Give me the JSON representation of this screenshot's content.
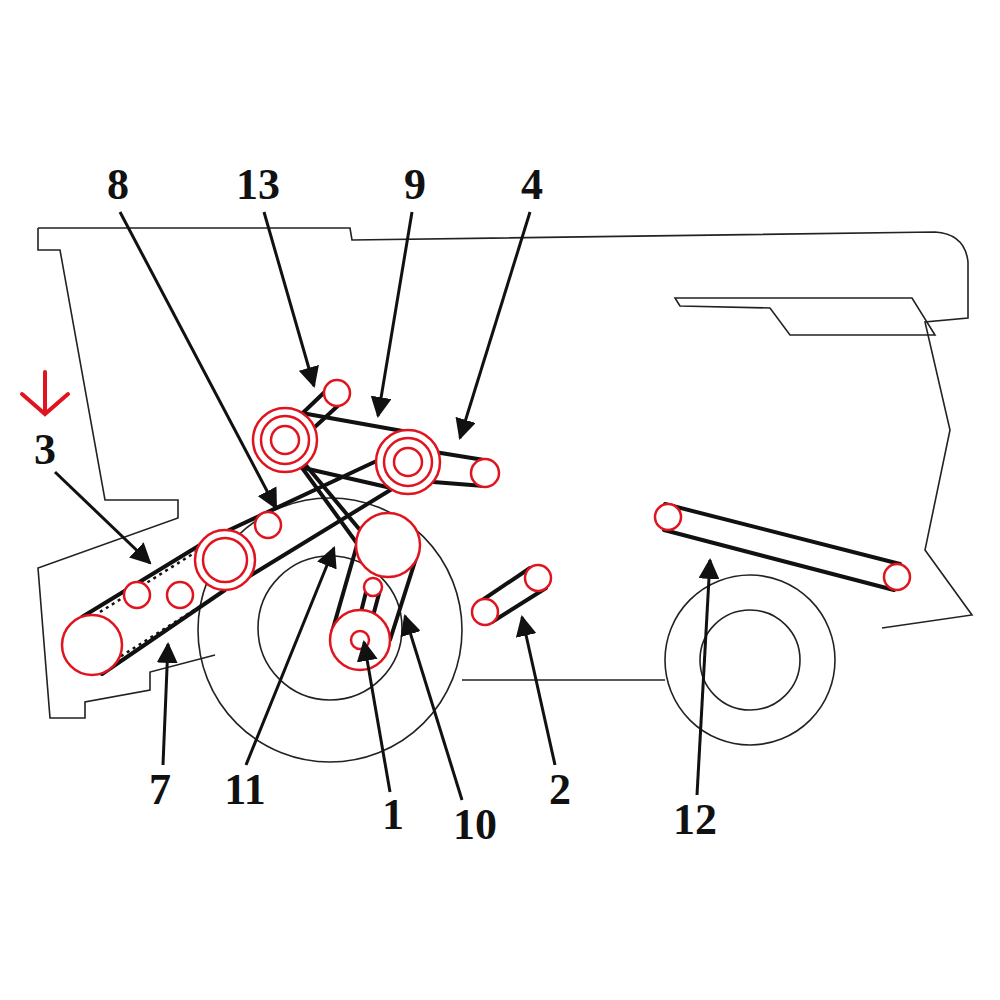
{
  "diagram": {
    "labels": [
      "8",
      "13",
      "9",
      "4",
      "3",
      "7",
      "11",
      "1",
      "10",
      "2",
      "12"
    ]
  }
}
